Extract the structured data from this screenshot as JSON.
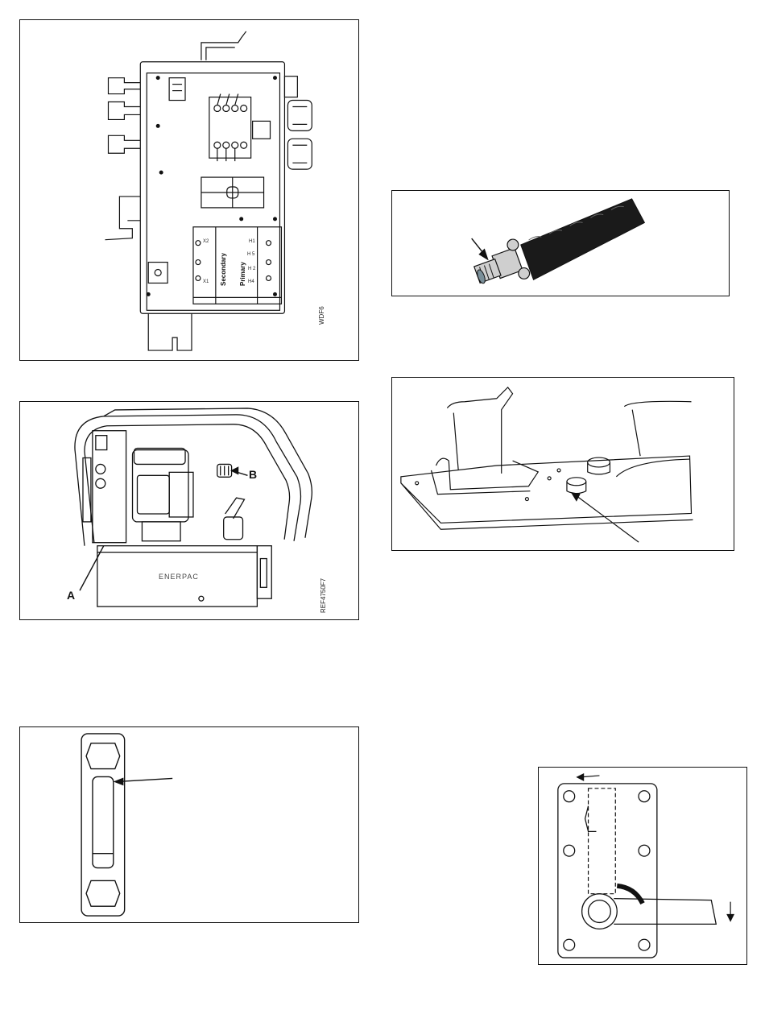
{
  "figures": {
    "electrical_box": {
      "code": "WDF6",
      "secondary_label": "Secondary",
      "primary_label": "Primary",
      "terminals_left": [
        "X2",
        "X1"
      ],
      "terminals_right": [
        "H1",
        "H 5",
        "H 2",
        "H4"
      ]
    },
    "pump_unit": {
      "code": "REF4750F7",
      "label_a": "A",
      "label_b": "B",
      "brand": "ENERPAC"
    }
  }
}
